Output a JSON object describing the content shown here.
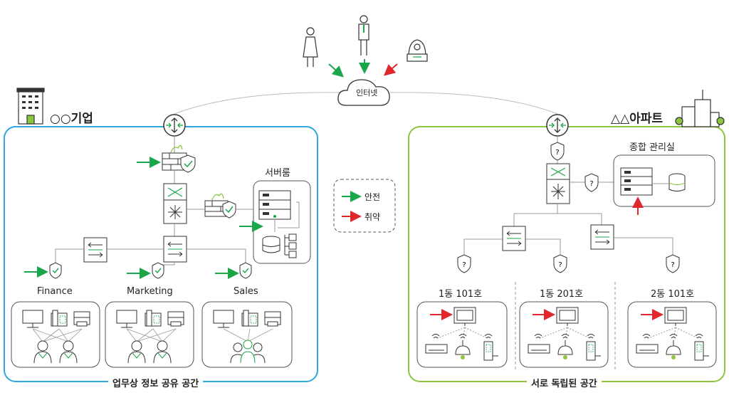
{
  "internet": {
    "label": "인터넷"
  },
  "company": {
    "title": "○○기업",
    "server_room": "서버룸",
    "departments": [
      "Finance",
      "Marketing",
      "Sales"
    ],
    "caption": "업무상 정보 공유 공간"
  },
  "apartment": {
    "title": "△△아파트",
    "management_office": "종합 관리실",
    "units": [
      "1동 101호",
      "1동 201호",
      "2동 101호"
    ],
    "caption": "서로 독립된 공간"
  },
  "legend": {
    "safe": "안전",
    "vulnerable": "취약"
  },
  "colors": {
    "company_border": "#2ea8e0",
    "apartment_border": "#8cc63f",
    "safe": "#1aa64b",
    "vulnerable": "#e0262d"
  }
}
